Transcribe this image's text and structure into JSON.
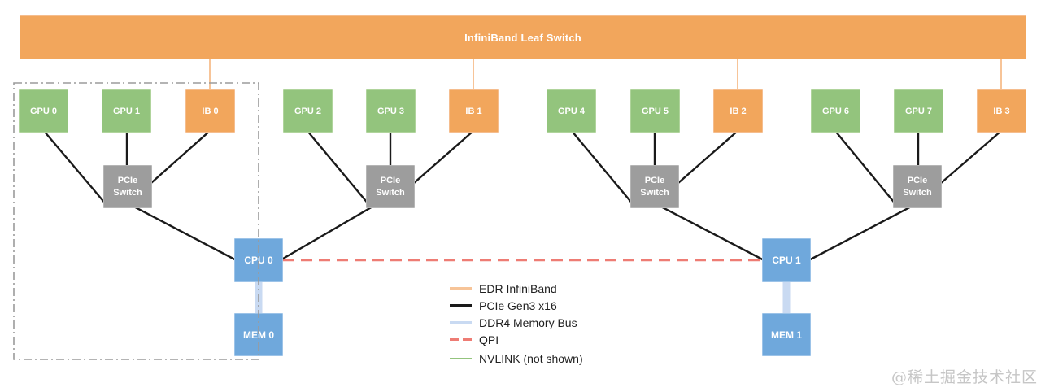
{
  "nodes": {
    "switch_bar": "InfiniBand Leaf Switch",
    "gpu0": "GPU 0",
    "gpu1": "GPU 1",
    "gpu2": "GPU 2",
    "gpu3": "GPU 3",
    "gpu4": "GPU 4",
    "gpu5": "GPU 5",
    "gpu6": "GPU 6",
    "gpu7": "GPU 7",
    "ib0": "IB 0",
    "ib1": "IB 1",
    "ib2": "IB 2",
    "ib3": "IB 3",
    "pcie_switch": "PCIe Switch",
    "cpu0": "CPU 0",
    "cpu1": "CPU 1",
    "mem0": "MEM 0",
    "mem1": "MEM 1"
  },
  "legend": {
    "items": [
      {
        "label": "EDR InfiniBand",
        "type": "edr",
        "color": "#F7C498",
        "style": "solid"
      },
      {
        "label": "PCIe Gen3 x16",
        "type": "pcie",
        "color": "#1A1A1A",
        "style": "solid"
      },
      {
        "label": "DDR4 Memory Bus",
        "type": "ddr4",
        "color": "#C9DAF2",
        "style": "solid"
      },
      {
        "label": "QPI",
        "type": "qpi",
        "color": "#EE7C74",
        "style": "dashed"
      },
      {
        "label": "NVLINK (not shown)",
        "type": "nvlink",
        "color": "#93C47D",
        "style": "solid"
      }
    ]
  },
  "colors": {
    "switch_and_ib_fill": "#F2A65C",
    "gpu_fill": "#93C47D",
    "pcie_switch_fill": "#9D9D9D",
    "cpu_mem_fill": "#6FA8DC",
    "node_boundary": "#9B9B9B",
    "box_text": "#FFFFFF"
  },
  "watermark": "@稀土掘金技术社区"
}
